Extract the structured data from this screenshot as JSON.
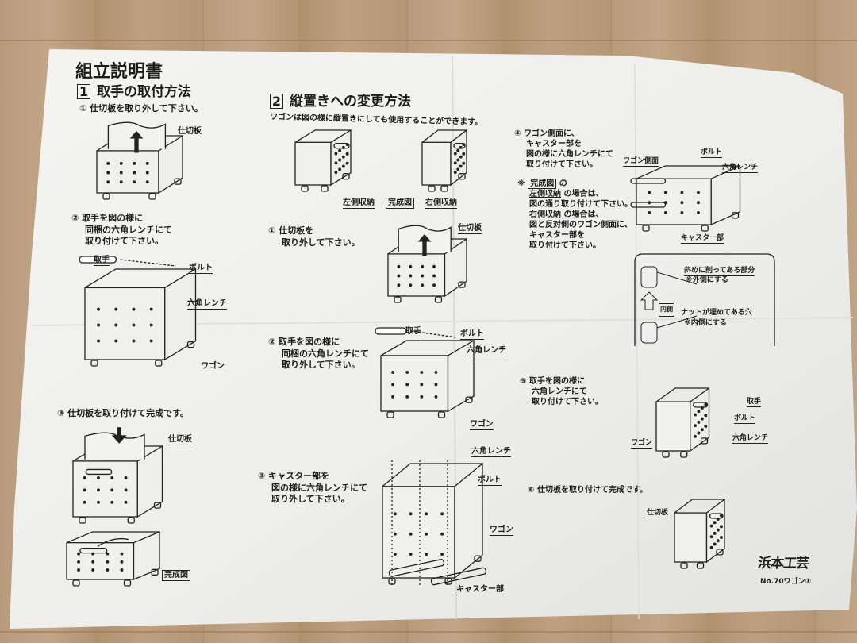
{
  "document": {
    "title": "組立説明書",
    "section1": {
      "number": "1",
      "heading": "取手の取付方法",
      "step1": {
        "text": "① 仕切板を取り外して下さい。",
        "label_divider": "仕切板"
      },
      "step2": {
        "lines": [
          "② 取手を図の様に",
          "同梱の六角レンチにて",
          "取り付けて下さい。"
        ],
        "label_handle": "取手",
        "label_bolt": "ボルト",
        "label_wrench": "六角レンチ",
        "label_wagon": "ワゴン"
      },
      "step3": {
        "text": "③ 仕切板を取り付けて完成です。",
        "label_divider": "仕切板",
        "label_complete": "完成図"
      }
    },
    "section2": {
      "number": "2",
      "heading": "縦置きへの変更方法",
      "subtitle": "ワゴンは図の様に縦置きにしても使用することができます。",
      "label_left": "左側収納",
      "label_complete": "完成図",
      "label_right": "右側収納",
      "step1": {
        "lines": [
          "① 仕切板を",
          "取り外して下さい。"
        ],
        "label_divider": "仕切板"
      },
      "step2": {
        "lines": [
          "② 取手を図の様に",
          "同梱の六角レンチにて",
          "取り外して下さい。"
        ],
        "label_handle": "取手",
        "label_bolt": "ボルト",
        "label_wrench": "六角レンチ",
        "label_wagon": "ワゴン"
      },
      "step3": {
        "lines": [
          "③ キャスター部を",
          "図の様に六角レンチにて",
          "取り外して下さい。"
        ],
        "label_wrench": "六角レンチ",
        "label_bolt": "ボルト",
        "label_wagon": "ワゴン",
        "label_caster": "キャスター部"
      },
      "step4": {
        "lines": [
          "④ ワゴン側面に、",
          "キャスター部を",
          "図の様に六角レンチにて",
          "取り付けて下さい。"
        ],
        "note_prefix": "※",
        "note_complete": "完成図",
        "note_of": "の",
        "note_left": "左側収納",
        "note_left_rest": "の場合は、",
        "note_line3": "図の通り取り付けて下さい。",
        "note_right": "右側収納",
        "note_right_rest": "の場合は、",
        "note_line5": "図と反対側のワゴン側面に、",
        "note_line6": "キャスター部を",
        "note_line7": "取り付けて下さい。",
        "label_side": "ワゴン側面",
        "label_bolt": "ボルト",
        "label_wrench": "六角レンチ",
        "label_caster": "キャスター部",
        "detail_bevel": "斜めに削ってある部分",
        "detail_bevel_note": "※外側にする",
        "detail_inner": "内側",
        "detail_nut": "ナットが埋めてある穴",
        "detail_nut_note": "※内側にする"
      },
      "step5": {
        "lines": [
          "⑤ 取手を図の様に",
          "六角レンチにて",
          "取り付けて下さい。"
        ],
        "label_handle": "取手",
        "label_bolt": "ボルト",
        "label_wrench": "六角レンチ",
        "label_wagon": "ワゴン"
      },
      "step6": {
        "text": "⑥ 仕切板を取り付けて完成です。",
        "label_divider": "仕切板"
      }
    },
    "maker_logo": "浜本工芸",
    "model": "No.70ワゴン①"
  },
  "colors": {
    "paper": "#f1f1ee",
    "ink": "#1b1b1b",
    "wood": "#b89b7c"
  }
}
